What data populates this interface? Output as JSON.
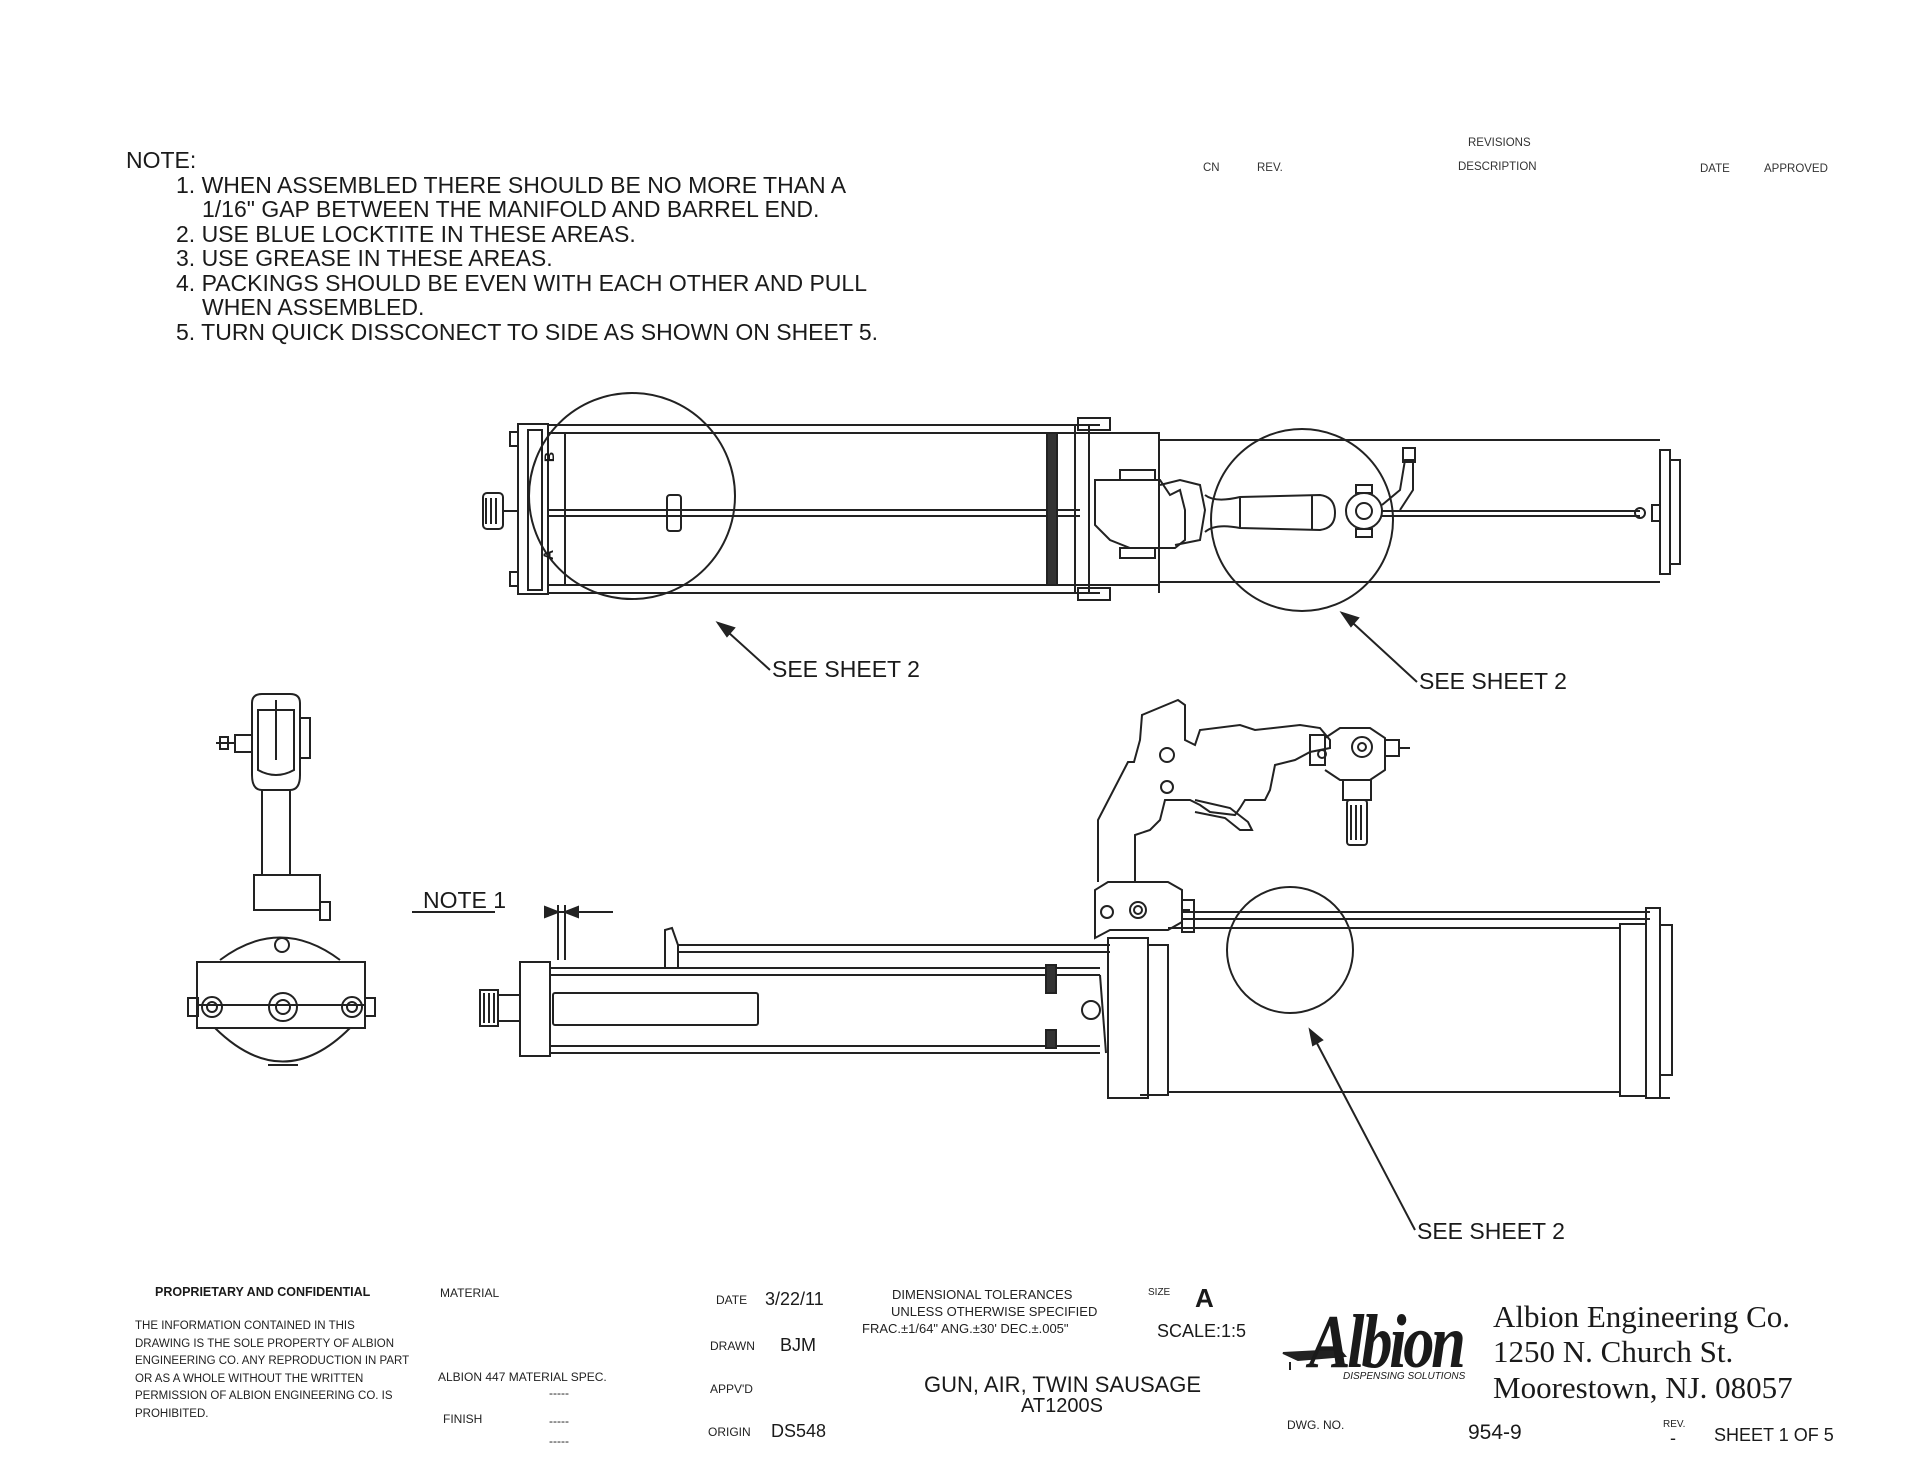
{
  "notes": {
    "heading": "NOTE:",
    "items": [
      "1. WHEN ASSEMBLED THERE SHOULD BE NO MORE THAN A 1/16\" GAP BETWEEN THE MANIFOLD AND BARREL END.",
      "2. USE BLUE LOCKTITE IN THESE AREAS.",
      "3. USE GREASE IN THESE AREAS.",
      "4. PACKINGS SHOULD BE EVEN WITH EACH OTHER AND PULL WHEN ASSEMBLED.",
      "5. TURN QUICK DISSCONECT TO SIDE AS SHOWN ON SHEET 5."
    ]
  },
  "revisions": {
    "title": "REVISIONS",
    "cn": "CN",
    "rev": "REV.",
    "description": "DESCRIPTION",
    "date": "DATE",
    "approved": "APPROVED"
  },
  "callouts": {
    "top_left": "SEE SHEET 2",
    "top_right": "SEE SHEET 2",
    "bottom_right": "SEE SHEET 2",
    "note1": "NOTE 1",
    "label_a": "A",
    "label_b": "B"
  },
  "title_block": {
    "proprietary_heading": "PROPRIETARY AND CONFIDENTIAL",
    "proprietary_text": "THE INFORMATION CONTAINED IN THIS DRAWING IS THE SOLE PROPERTY OF ALBION ENGINEERING CO. ANY REPRODUCTION IN PART OR AS A WHOLE WITHOUT THE WRITTEN PERMISSION OF ALBION ENGINEERING CO. IS PROHIBITED.",
    "material_label": "MATERIAL",
    "material_spec": "ALBION 447 MATERIAL SPEC.",
    "material_dash": "-----",
    "finish_label": "FINISH",
    "finish_dash_1": "-----",
    "finish_dash_2": "-----",
    "date_label": "DATE",
    "date_value": "3/22/11",
    "drawn_label": "DRAWN",
    "drawn_value": "BJM",
    "appvd_label": "APPV'D",
    "origin_label": "ORIGIN",
    "origin_value": "DS548",
    "tolerances_line1": "DIMENSIONAL TOLERANCES",
    "tolerances_line2": "UNLESS OTHERWISE SPECIFIED",
    "tolerances_line3": "FRAC.±1/64\" ANG.±30' DEC.±.005\"",
    "size_label": "SIZE",
    "size_value": "A",
    "scale": "SCALE:1:5",
    "part_title_1": "GUN, AIR, TWIN SAUSAGE",
    "part_title_2": "AT1200S",
    "logo_word": "Albion",
    "logo_tagline": "DISPENSING SOLUTIONS",
    "company_name": "Albion Engineering Co.",
    "company_address_1": "1250 N. Church St.",
    "company_address_2": "Moorestown, NJ. 08057",
    "dwg_no_label": "DWG. NO.",
    "dwg_no_value": "954-9",
    "rev_label": "REV.",
    "rev_value": "-",
    "sheet": "SHEET 1 OF 5"
  }
}
